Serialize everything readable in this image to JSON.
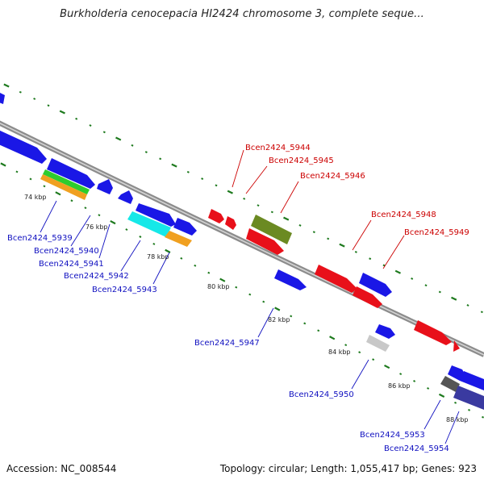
{
  "title": "Burkholderia cenocepacia HI2424 chromosome 3, complete seque...",
  "footer": {
    "accession": "Accession: NC_008544",
    "summary": "Topology: circular; Length: 1,055,417 bp; Genes: 923"
  },
  "colors": {
    "forward_cds": "#e8101a",
    "reverse_cds": "#1a17e6",
    "forward_label": "#cc0000",
    "reverse_label": "#1010c0",
    "backbone": "#8c8c8c",
    "tick_dots": "#1e7a1e"
  },
  "tick_labels": [
    "74 kbp",
    "76 kbp",
    "78 kbp",
    "80 kbp",
    "82 kbp",
    "84 kbp",
    "86 kbp",
    "88 kbp"
  ],
  "forward_genes": [
    "Bcen2424_5944",
    "Bcen2424_5945",
    "Bcen2424_5946",
    "Bcen2424_5948",
    "Bcen2424_5949"
  ],
  "reverse_genes": [
    "Bcen2424_5939",
    "Bcen2424_5940",
    "Bcen2424_5941",
    "Bcen2424_5942",
    "Bcen2424_5943",
    "Bcen2424_5947",
    "Bcen2424_5950",
    "Bcen2424_5953",
    "Bcen2424_5954"
  ]
}
